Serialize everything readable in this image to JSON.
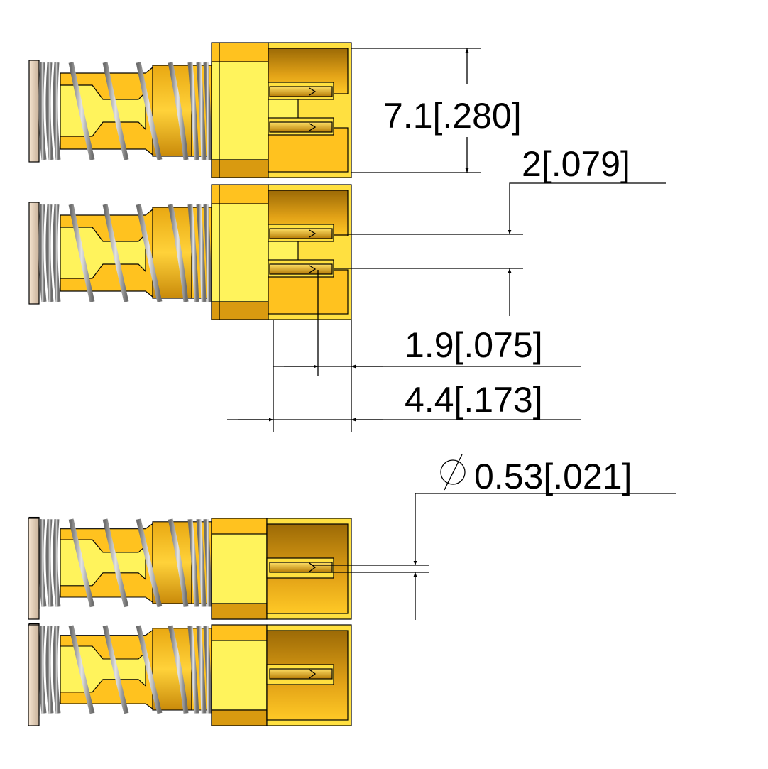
{
  "drawing": {
    "dimensions": {
      "pitch": "7.1[.280]",
      "pin_gap": "2[.079]",
      "pin_depth": "1.9[.075]",
      "housing_depth": "4.4[.173]",
      "pin_diameter_value": "0.53[.021]",
      "diameter_symbol": "∅"
    },
    "colors": {
      "gold_light": "#FFF35C",
      "gold": "#FFC21F",
      "gold_dark": "#C98A0A",
      "spring": "#A8A8A8",
      "cap": "#EAD3BC"
    }
  }
}
